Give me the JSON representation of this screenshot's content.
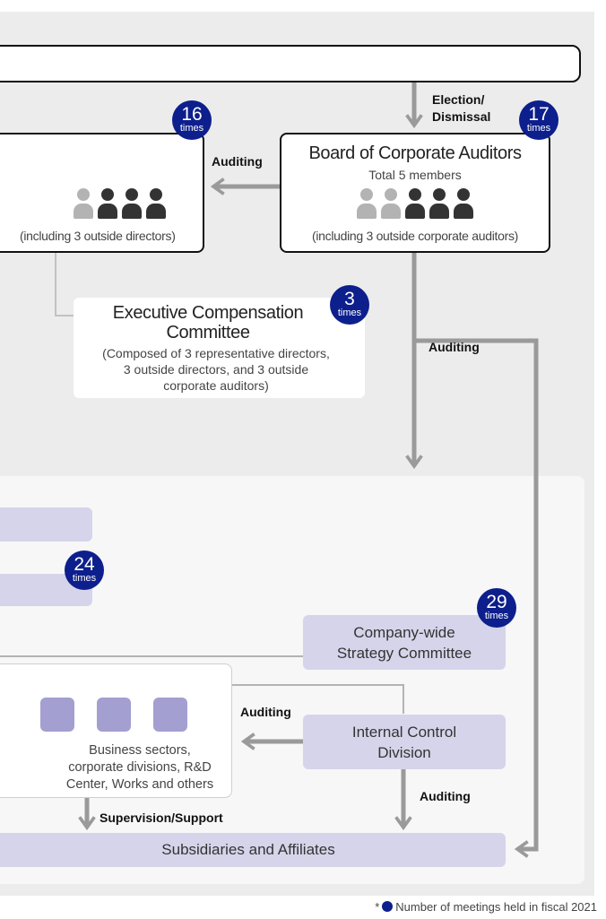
{
  "connectors": {
    "election": [
      "Election/",
      "Dismissal"
    ],
    "auditing_left": "Auditing",
    "auditing_right": "Auditing",
    "auditing_icd": "Auditing",
    "auditing_bottom": "Auditing",
    "supervision": "Supervision/Support"
  },
  "directors": {
    "meetings": "16",
    "note": "(including 3 outside directors)",
    "members_shown": {
      "light": 1,
      "dark": 3
    }
  },
  "auditors": {
    "title": "Board of Corporate Auditors",
    "subtitle": "Total 5 members",
    "meetings": "17",
    "note": "(including 3 outside corporate auditors)",
    "members": {
      "light": 2,
      "dark": 3
    }
  },
  "compensation": {
    "title": [
      "Executive Compensation",
      "Committee"
    ],
    "subtitle": [
      "(Composed of 3 representative directors,",
      "3 outside directors, and 3 outside",
      "corporate auditors)"
    ],
    "meetings": "3"
  },
  "management": {
    "meetings": "24"
  },
  "strategy": {
    "title": [
      "Company-wide",
      "Strategy Committee"
    ],
    "meetings": "29"
  },
  "internal_control": {
    "title": [
      "Internal Control",
      "Division"
    ]
  },
  "business_units": {
    "text": [
      "Business sectors,",
      "corporate divisions, R&D",
      "Center, Works and others"
    ]
  },
  "subsidiaries": {
    "title": "Subsidiaries and Affiliates"
  },
  "badge_unit": "times",
  "footnote": {
    "prefix": "*",
    "text": "Number of meetings held in fiscal 2021"
  },
  "colors": {
    "badge": "#0d1f8c",
    "lavender": "#d6d4ea",
    "unit_square": "#a39fd0",
    "arrow": "#9a9a9a"
  }
}
